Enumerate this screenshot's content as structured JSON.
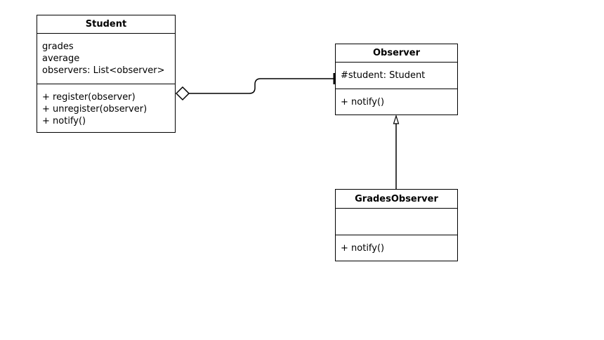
{
  "classes": {
    "student": {
      "name": "Student",
      "attributes": [
        "grades",
        "average",
        "observers: List<observer>"
      ],
      "operations": [
        "+ register(observer)",
        "+ unregister(observer)",
        "+ notify()"
      ]
    },
    "observer": {
      "name": "Observer",
      "attributes": [
        "#student: Student"
      ],
      "operations": [
        "+ notify()"
      ]
    },
    "grades_observer": {
      "name": "GradesObserver",
      "attributes": [],
      "operations": [
        "+ notify()"
      ]
    }
  },
  "relationships": [
    {
      "type": "aggregation",
      "from": "Student",
      "to": "Observer"
    },
    {
      "type": "inheritance",
      "from": "GradesObserver",
      "to": "Observer"
    }
  ],
  "colors": {
    "stroke": "#000000",
    "background": "#ffffff"
  }
}
